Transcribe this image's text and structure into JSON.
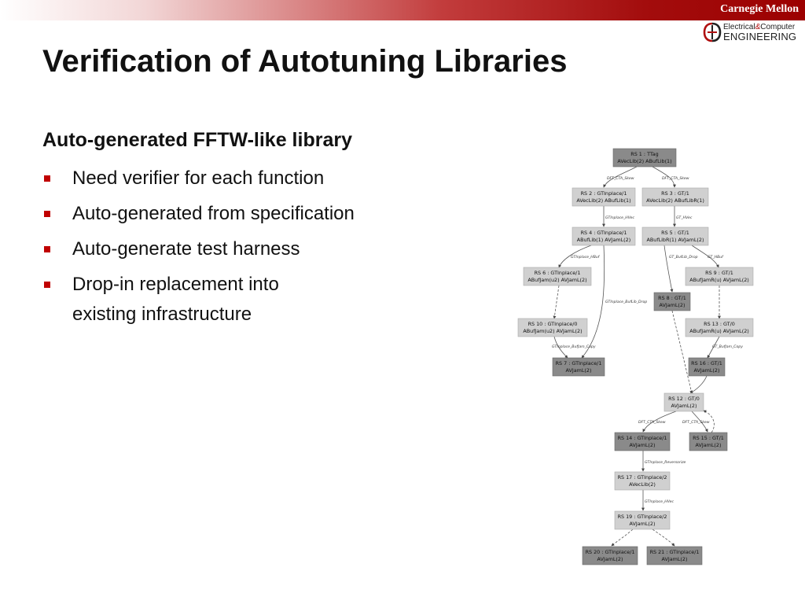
{
  "header": {
    "institution": "Carnegie Mellon",
    "dept_line1_a": "Electrical",
    "dept_line1_amp": "&",
    "dept_line1_b": "Computer",
    "dept_line2": "ENGINEERING"
  },
  "slide": {
    "title": "Verification of Autotuning Libraries",
    "subheading": "Auto-generated FFTW-like library",
    "bullets": [
      "Need verifier for each function",
      "Auto-generated from specification",
      "Auto-generate test harness",
      "Drop-in replacement into\nexisting infrastructure"
    ]
  },
  "colors": {
    "bullet": "#c00000",
    "node_light": "#d0d0d0",
    "node_mid": "#b8b8b8",
    "node_dark": "#8a8a8a"
  },
  "diagram": {
    "nodes": [
      {
        "id": "n1",
        "l1": "RS 1 : TTag",
        "l2": "AVecLib(2) ABufLib(1)",
        "shade": "dark"
      },
      {
        "id": "n2",
        "l1": "RS 2 : GTInplace/1",
        "l2": "AVecLib(2) ABufLib(1)",
        "shade": "light"
      },
      {
        "id": "n3",
        "l1": "RS 3 : GT/1",
        "l2": "AVecLib(2) ABufLibR(1)",
        "shade": "light"
      },
      {
        "id": "n4",
        "l1": "RS 4 : GTInplace/1",
        "l2": "ABufLib(1) AVJamL(2)",
        "shade": "light"
      },
      {
        "id": "n5",
        "l1": "RS 5 : GT/1",
        "l2": "ABufLibR(1) AVJamL(2)",
        "shade": "light"
      },
      {
        "id": "n6",
        "l1": "RS 6 : GTInplace/1",
        "l2": "ABufJam(u2) AVJamL(2)",
        "shade": "light"
      },
      {
        "id": "n9",
        "l1": "RS 9 : GT/1",
        "l2": "ABufJamR(u) AVJamL(2)",
        "shade": "light"
      },
      {
        "id": "n8",
        "l1": "RS 8 : GT/1",
        "l2": "AVJamL(2)",
        "shade": "dark"
      },
      {
        "id": "n10",
        "l1": "RS 10 : GTInplace/0",
        "l2": "ABufJam(u2) AVJamL(2)",
        "shade": "light"
      },
      {
        "id": "n13",
        "l1": "RS 13 : GT/0",
        "l2": "ABufJamR(u) AVJamL(2)",
        "shade": "light"
      },
      {
        "id": "n7",
        "l1": "RS 7 : GTInplace/1",
        "l2": "AVJamL(2)",
        "shade": "dark"
      },
      {
        "id": "n16",
        "l1": "RS 16 : GT/1",
        "l2": "AVJamL(2)",
        "shade": "dark"
      },
      {
        "id": "n12",
        "l1": "RS 12 : GT/0",
        "l2": "AVJamL(2)",
        "shade": "light"
      },
      {
        "id": "n14",
        "l1": "RS 14 : GTInplace/1",
        "l2": "AVJamL(2)",
        "shade": "dark"
      },
      {
        "id": "n15",
        "l1": "RS 15 : GT/1",
        "l2": "AVJamL(2)",
        "shade": "dark"
      },
      {
        "id": "n17",
        "l1": "RS 17 : GTInplace/2",
        "l2": "AVecLib(2)",
        "shade": "light"
      },
      {
        "id": "n19",
        "l1": "RS 19 : GTInplace/2",
        "l2": "AVJamL(2)",
        "shade": "light"
      },
      {
        "id": "n20",
        "l1": "RS 20 : GTInplace/1",
        "l2": "AVJamL(2)",
        "shade": "dark"
      },
      {
        "id": "n21",
        "l1": "RS 21 : GTInplace/1",
        "l2": "AVJamL(2)",
        "shade": "dark"
      }
    ],
    "edge_labels": [
      "DFT_CTA_Skew",
      "DFT_CTA_Skew",
      "GTInplace_HVec",
      "GT_HVec",
      "GTInplace_HBuf",
      "GT_BufLib_Drop",
      "GT_HBuf",
      "GTInplace_BufLib_Drop",
      "GTInplace_BufJam_Copy",
      "GT_BufJam_Copy",
      "DFT_CTA_Skew",
      "DFT_CTA_Skew",
      "GTInplace_Reversorize",
      "GTInplace_HVec"
    ]
  }
}
